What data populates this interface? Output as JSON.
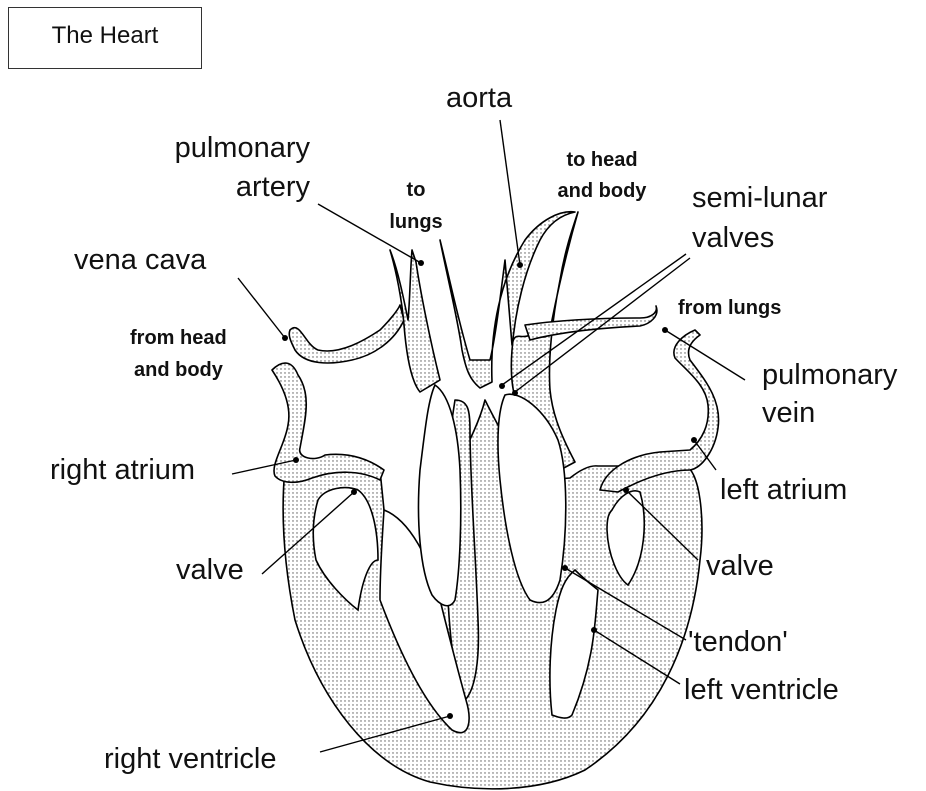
{
  "title": "The Heart",
  "labels": {
    "aorta": "aorta",
    "pulmonary_artery_1": "pulmonary",
    "pulmonary_artery_2": "artery",
    "to_lungs_1": "to",
    "to_lungs_2": "lungs",
    "to_head_body_1": "to head",
    "to_head_body_2": "and body",
    "semi_lunar_1": "semi-lunar",
    "semi_lunar_2": "valves",
    "vena_cava": "vena cava",
    "from_head_body_1": "from head",
    "from_head_body_2": "and body",
    "from_lungs": "from lungs",
    "pulmonary_vein_1": "pulmonary",
    "pulmonary_vein_2": "vein",
    "right_atrium": "right atrium",
    "left_atrium": "left atrium",
    "valve_right": "valve",
    "valve_left": "valve",
    "tendon": "'tendon'",
    "left_ventricle": "left ventricle",
    "right_ventricle": "right ventricle"
  }
}
